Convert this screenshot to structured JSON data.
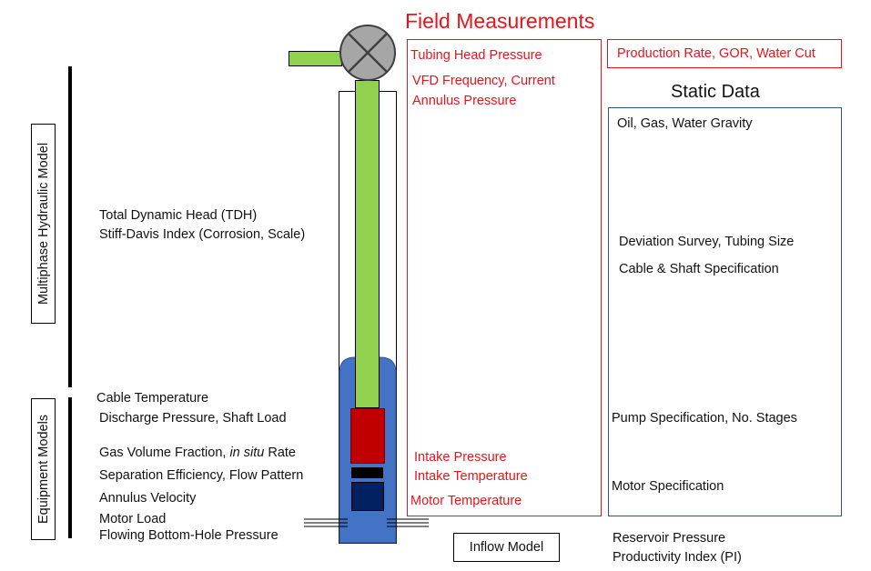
{
  "title": "Field Measurements",
  "static_title": "Static Data",
  "colors": {
    "red": "#e8141b",
    "green": "#92d050",
    "blue": "#4472c4",
    "pump_red": "#c00000",
    "navy": "#002060"
  },
  "vertical_labels": {
    "hydraulic": "Multiphase Hydraulic Model",
    "equipment": "Equipment Models"
  },
  "left": {
    "tdh": "Total Dynamic Head (TDH)",
    "stiff_davis": "Stiff-Davis Index (Corrosion, Scale)",
    "cable_temp": "Cable Temperature",
    "discharge": "Discharge Pressure, Shaft Load",
    "gvf_prefix": "Gas Volume Fraction, ",
    "gvf_italic": "in situ",
    "gvf_suffix": " Rate",
    "separation": "Separation Efficiency, Flow Pattern",
    "annulus_velocity": "Annulus Velocity",
    "motor_load": "Motor Load",
    "fbhp": "Flowing Bottom-Hole Pressure"
  },
  "field": {
    "tubing_head": "Tubing Head Pressure",
    "vfd": "VFD Frequency, Current",
    "annulus_pressure": "Annulus Pressure",
    "intake_pressure": "Intake Pressure",
    "intake_temp": "Intake Temperature",
    "motor_temp": "Motor Temperature"
  },
  "inflow_model": "Inflow Model",
  "right": {
    "production": "Production Rate, GOR, Water Cut",
    "gravity": "Oil, Gas, Water Gravity",
    "deviation": "Deviation Survey, Tubing Size",
    "cable_shaft": "Cable & Shaft Specification",
    "pump_spec": "Pump Specification, No. Stages",
    "motor_spec": "Motor Specification",
    "reservoir": "Reservoir Pressure",
    "pi": "Productivity Index (PI)"
  }
}
